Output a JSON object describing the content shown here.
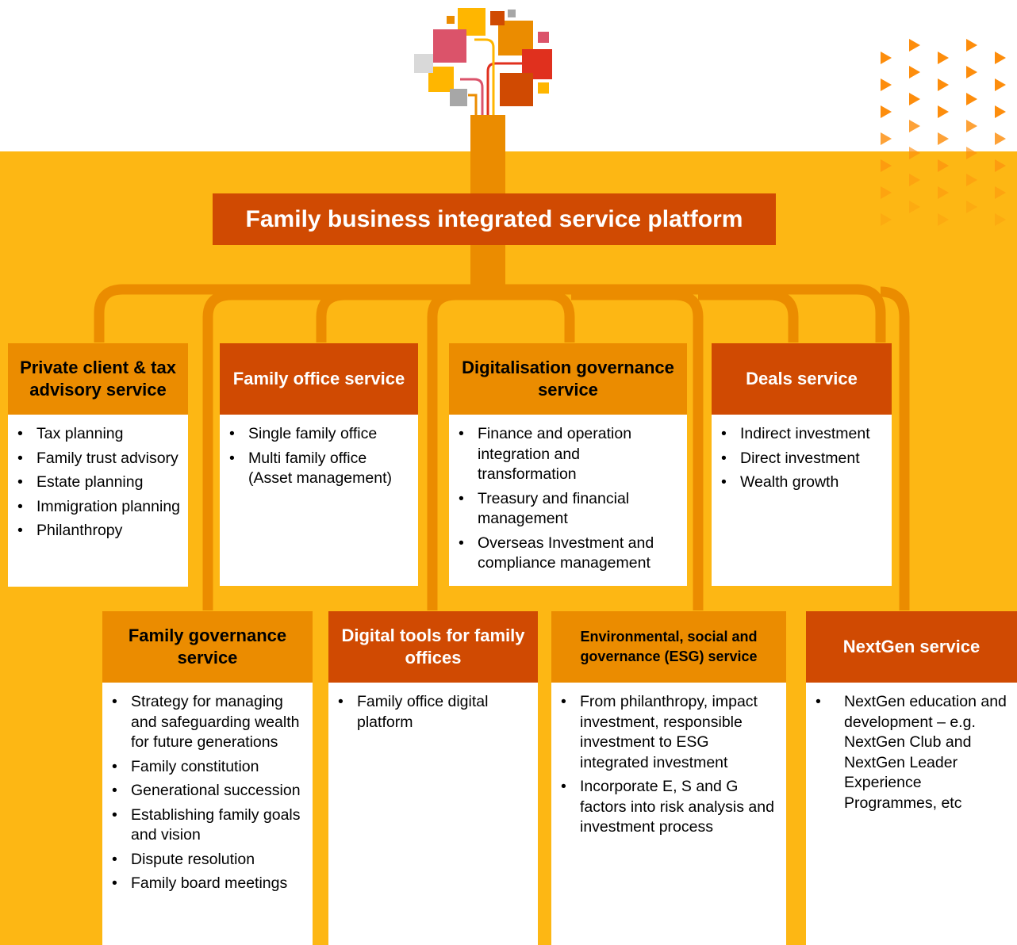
{
  "title": "Family business integrated service platform",
  "top_services": [
    {
      "heading": "Private client & tax advisory service",
      "items": [
        "Tax planning",
        "Family trust advisory",
        "Estate planning",
        "Immigration planning",
        "Philanthropy"
      ]
    },
    {
      "heading": "Family office service",
      "items": [
        "Single family office",
        "Multi family office (Asset management)"
      ]
    },
    {
      "heading": "Digitalisation governance service",
      "items": [
        "Finance and operation integration and transformation",
        "Treasury and financial management",
        "Overseas Investment and compliance management"
      ]
    },
    {
      "heading": "Deals service",
      "items": [
        "Indirect investment",
        "Direct investment",
        "Wealth growth"
      ]
    }
  ],
  "bottom_services": [
    {
      "heading": "Family governance service",
      "items": [
        "Strategy for managing and safeguarding wealth for future generations",
        "Family constitution",
        "Generational succession",
        "Establishing family goals and vision",
        "Dispute resolution",
        "Family board meetings"
      ]
    },
    {
      "heading": "Digital tools for family offices",
      "items": [
        "Family office digital platform"
      ]
    },
    {
      "heading": "Environmental, social and governance (ESG) service",
      "items": [
        "From philanthropy, impact investment, responsible investment to ESG integrated investment",
        "Incorporate E, S and G factors into risk analysis and investment process"
      ]
    },
    {
      "heading": "NextGen service",
      "items": [
        "NextGen education and development – e.g. NextGen Club and NextGen Leader Experience Programmes, etc"
      ]
    }
  ],
  "colors": {
    "band": "#FDB714",
    "amber": "#EB8C00",
    "red": "#D04A02",
    "connector": "#EB8C00"
  },
  "icons": [
    "tree-logo-icon",
    "triangle-pattern-icon"
  ]
}
